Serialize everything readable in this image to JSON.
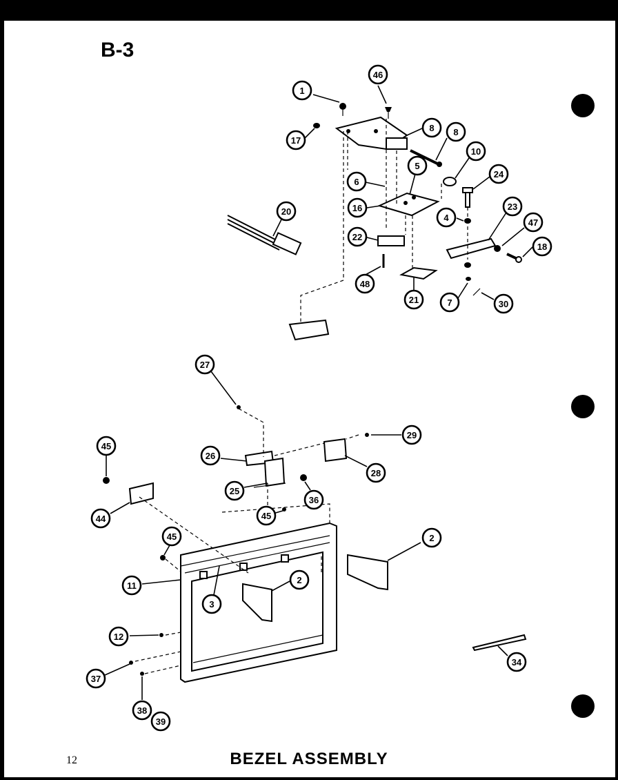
{
  "sheet_code": "B-3",
  "page_number": "12",
  "title": "BEZEL ASSEMBLY",
  "callouts": [
    "1",
    "46",
    "17",
    "8",
    "8",
    "10",
    "24",
    "6",
    "5",
    "16",
    "4",
    "23",
    "47",
    "18",
    "20",
    "22",
    "48",
    "21",
    "7",
    "30",
    "27",
    "29",
    "45",
    "26",
    "28",
    "25",
    "36",
    "44",
    "45",
    "45",
    "2",
    "11",
    "2",
    "3",
    "12",
    "37",
    "34",
    "38",
    "39"
  ]
}
